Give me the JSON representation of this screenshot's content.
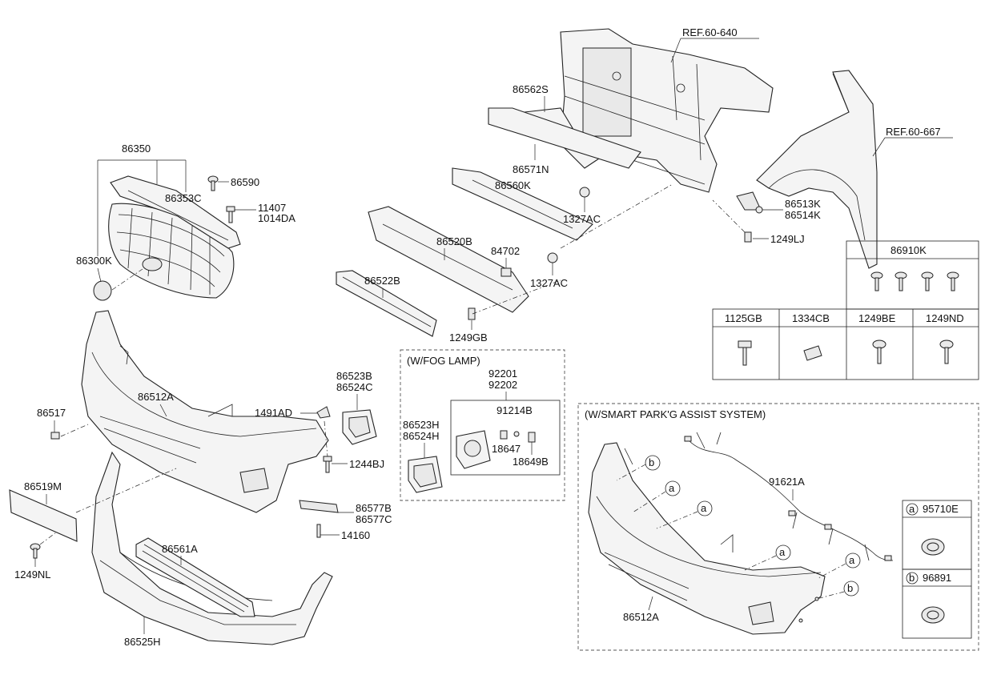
{
  "refs": {
    "ref_640": "REF.60-640",
    "ref_667": "REF.60-667"
  },
  "parts": {
    "p86350": "86350",
    "p86353C": "86353C",
    "p86590": "86590",
    "p11407": "11407",
    "p1014DA": "1014DA",
    "p86300K": "86300K",
    "p86562S": "86562S",
    "p86571N": "86571N",
    "p86560K": "86560K",
    "p1327AC_a": "1327AC",
    "p1327AC_b": "1327AC",
    "p86520B": "86520B",
    "p84702": "84702",
    "p86522B": "86522B",
    "p1249GB": "1249GB",
    "p86513K": "86513K",
    "p86514K": "86514K",
    "p1249LJ": "1249LJ",
    "p86512A": "86512A",
    "p86517": "86517",
    "p1491AD": "1491AD",
    "p86523B": "86523B",
    "p86524C": "86524C",
    "p1244BJ": "1244BJ",
    "p86519M": "86519M",
    "p86577B": "86577B",
    "p86577C": "86577C",
    "p14160": "14160",
    "p1249NL": "1249NL",
    "p86561A": "86561A",
    "p86525H": "86525H"
  },
  "fog": {
    "title": "(W/FOG LAMP)",
    "p92201": "92201",
    "p92202": "92202",
    "p91214B": "91214B",
    "p18647": "18647",
    "p18649B": "18649B",
    "p86523H": "86523H",
    "p86524H": "86524H"
  },
  "spas": {
    "title": "(W/SMART PARK'G ASSIST SYSTEM)",
    "p91621A": "91621A",
    "p86512A": "86512A",
    "callouts": [
      "b",
      "a",
      "a",
      "a",
      "a",
      "b"
    ],
    "legend": [
      {
        "key": "a",
        "part": "95710E"
      },
      {
        "key": "b",
        "part": "96891"
      }
    ]
  },
  "fastener_table": {
    "top_header": "86910K",
    "headers": [
      "1125GB",
      "1334CB",
      "1249BE",
      "1249ND"
    ]
  }
}
